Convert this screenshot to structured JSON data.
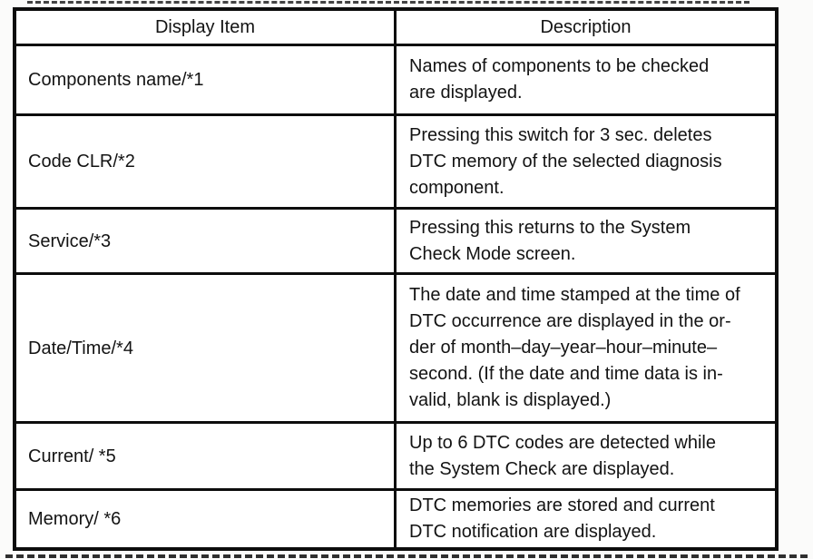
{
  "table": {
    "columns": [
      "Display Item",
      "Description"
    ],
    "rows": [
      {
        "item": "Components name/*1",
        "description": "Names of components to be checked\nare displayed."
      },
      {
        "item": "Code CLR/*2",
        "description": "Pressing this switch for 3 sec. deletes\nDTC memory of the selected diagnosis\ncomponent."
      },
      {
        "item": "Service/*3",
        "description": "Pressing this returns to the System\nCheck Mode screen."
      },
      {
        "item": "Date/Time/*4",
        "description": "The date and time stamped at the time of\nDTC occurrence are displayed in the or-\nder of month–day–year–hour–minute–\nsecond. (If the date and time data is in-\nvalid, blank is displayed.)"
      },
      {
        "item": "Current/ *5",
        "description": "Up to 6 DTC codes are detected while\nthe System Check are displayed."
      },
      {
        "item": "Memory/ *6",
        "description": "DTC memories are stored and current\nDTC notification are displayed."
      }
    ]
  }
}
